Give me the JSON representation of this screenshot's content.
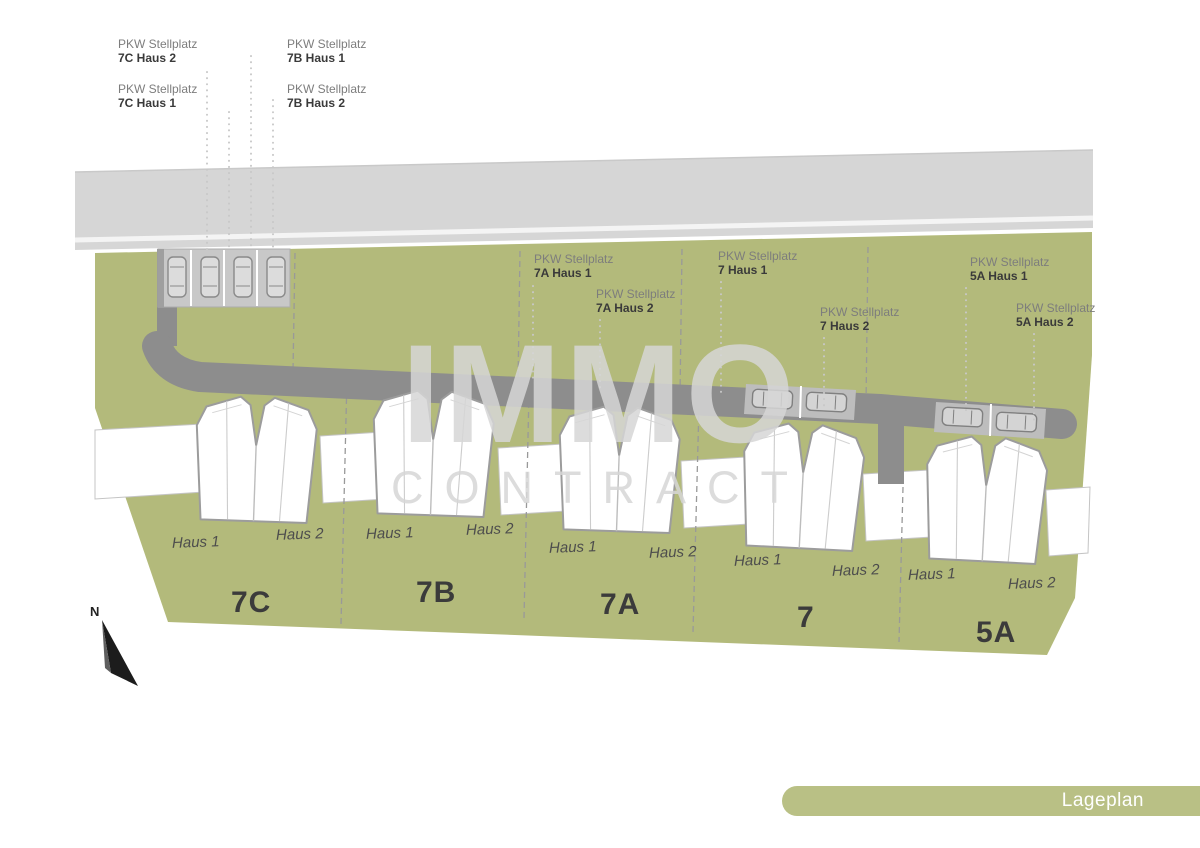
{
  "page": {
    "title": "Lageplan"
  },
  "colors": {
    "site_green": "#b3ba7b",
    "badge_green": "#b9c085",
    "road_light_gray": "#d6d6d6",
    "road_dark_gray": "#8d8d8d"
  },
  "watermark": {
    "line1": "IMMO",
    "line2": "CONTRACT"
  },
  "compass": {
    "label": "N"
  },
  "badge": {
    "label": "Lageplan"
  },
  "stellplatz_labels": [
    {
      "line1": "PKW Stellplatz",
      "line2": "7C Haus 2"
    },
    {
      "line1": "PKW Stellplatz",
      "line2": "7C Haus 1"
    },
    {
      "line1": "PKW Stellplatz",
      "line2": "7B Haus 1"
    },
    {
      "line1": "PKW Stellplatz",
      "line2": "7B Haus 2"
    },
    {
      "line1": "PKW Stellplatz",
      "line2": "7A Haus 1"
    },
    {
      "line1": "PKW Stellplatz",
      "line2": "7A Haus 2"
    },
    {
      "line1": "PKW Stellplatz",
      "line2": "7 Haus 1"
    },
    {
      "line1": "PKW Stellplatz",
      "line2": "7 Haus 2"
    },
    {
      "line1": "PKW Stellplatz",
      "line2": "5A Haus 1"
    },
    {
      "line1": "PKW Stellplatz",
      "line2": "5A Haus 2"
    }
  ],
  "plots": [
    {
      "number": "7C",
      "haus1": "Haus 1",
      "haus2": "Haus 2"
    },
    {
      "number": "7B",
      "haus1": "Haus 1",
      "haus2": "Haus 2"
    },
    {
      "number": "7A",
      "haus1": "Haus 1",
      "haus2": "Haus 2"
    },
    {
      "number": "7",
      "haus1": "Haus 1",
      "haus2": "Haus 2"
    },
    {
      "number": "5A",
      "haus1": "Haus 1",
      "haus2": "Haus 2"
    }
  ]
}
